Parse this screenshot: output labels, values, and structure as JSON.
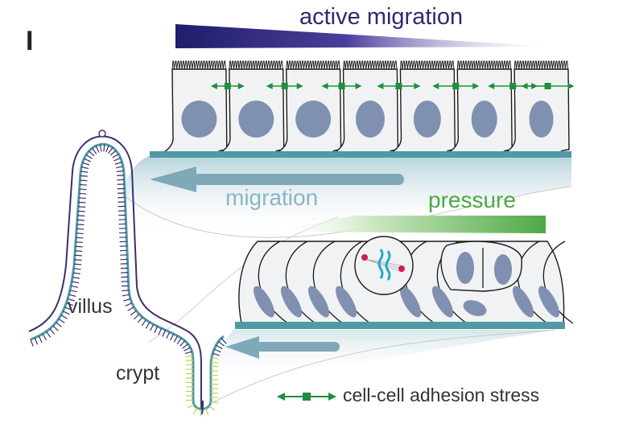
{
  "figure": {
    "panel_letter": "I",
    "labels": {
      "active_migration": "active migration",
      "migration": "migration",
      "pressure": "pressure",
      "villus": "villus",
      "crypt": "crypt"
    },
    "legend": {
      "icon": "double-arrow-adhesion-icon",
      "text": "cell-cell adhesion stress"
    },
    "colors": {
      "active_migration_gradient": [
        "#201d6b",
        "#ffffff"
      ],
      "pressure_gradient": [
        "#ffffff",
        "#4ea846"
      ],
      "basement_membrane": "#4f9aa6",
      "migration_arrow": "#7fa9b8",
      "nucleus": "#8090b0",
      "cell_fill": "#f1f2f4",
      "adhesion_marker": "#1f8f3e",
      "villus_cells": "#3a2f6e",
      "crypt_cells": "#b9d84b",
      "spindle_pole": "#d0204a",
      "chromosome": "#2aa8c8"
    },
    "top_sheet": {
      "cell_count": 7,
      "adhesion_markers": 7
    },
    "bottom_sheet": {
      "description": "compressed crypt epithelium with dividing cell"
    }
  }
}
